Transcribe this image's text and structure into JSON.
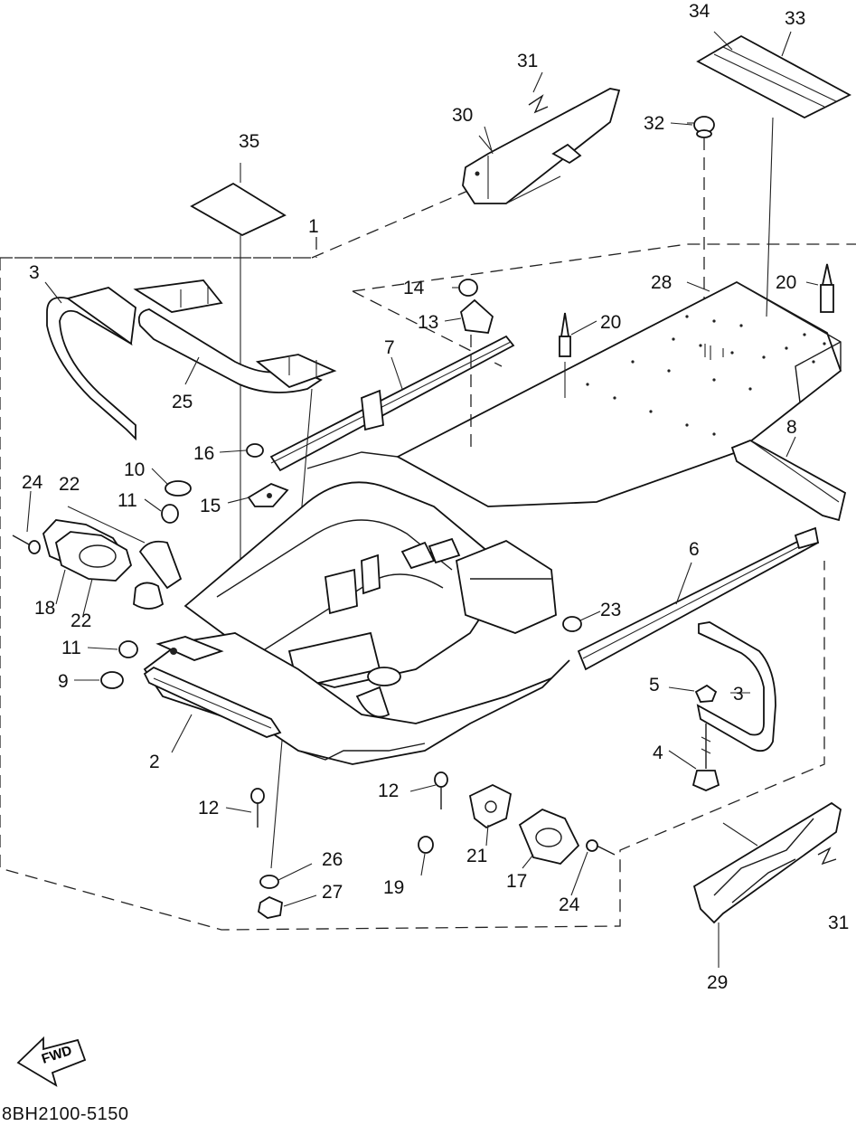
{
  "diagram": {
    "part_number": "8BH2100-5150",
    "fwd_label": "FWD",
    "callouts": [
      {
        "id": "c34",
        "label": "34"
      },
      {
        "id": "c33",
        "label": "33"
      },
      {
        "id": "c31a",
        "label": "31"
      },
      {
        "id": "c30",
        "label": "30"
      },
      {
        "id": "c32",
        "label": "32"
      },
      {
        "id": "c35",
        "label": "35"
      },
      {
        "id": "c1",
        "label": "1"
      },
      {
        "id": "c3a",
        "label": "3"
      },
      {
        "id": "c14",
        "label": "14"
      },
      {
        "id": "c28",
        "label": "28"
      },
      {
        "id": "c20a",
        "label": "20"
      },
      {
        "id": "c13",
        "label": "13"
      },
      {
        "id": "c20b",
        "label": "20"
      },
      {
        "id": "c7",
        "label": "7"
      },
      {
        "id": "c25",
        "label": "25"
      },
      {
        "id": "c16",
        "label": "16"
      },
      {
        "id": "c8",
        "label": "8"
      },
      {
        "id": "c10",
        "label": "10"
      },
      {
        "id": "c24a",
        "label": "24"
      },
      {
        "id": "c22a",
        "label": "22"
      },
      {
        "id": "c15",
        "label": "15"
      },
      {
        "id": "c11a",
        "label": "11"
      },
      {
        "id": "c6",
        "label": "6"
      },
      {
        "id": "c18",
        "label": "18"
      },
      {
        "id": "c22b",
        "label": "22"
      },
      {
        "id": "c23",
        "label": "23"
      },
      {
        "id": "c11b",
        "label": "11"
      },
      {
        "id": "c9",
        "label": "9"
      },
      {
        "id": "c5",
        "label": "5"
      },
      {
        "id": "c3b",
        "label": "3"
      },
      {
        "id": "c2",
        "label": "2"
      },
      {
        "id": "c4",
        "label": "4"
      },
      {
        "id": "c12a",
        "label": "12"
      },
      {
        "id": "c12b",
        "label": "12"
      },
      {
        "id": "c21",
        "label": "21"
      },
      {
        "id": "c26",
        "label": "26"
      },
      {
        "id": "c17",
        "label": "17"
      },
      {
        "id": "c19",
        "label": "19"
      },
      {
        "id": "c27",
        "label": "27"
      },
      {
        "id": "c24b",
        "label": "24"
      },
      {
        "id": "c31b",
        "label": "31"
      },
      {
        "id": "c29",
        "label": "29"
      }
    ]
  }
}
